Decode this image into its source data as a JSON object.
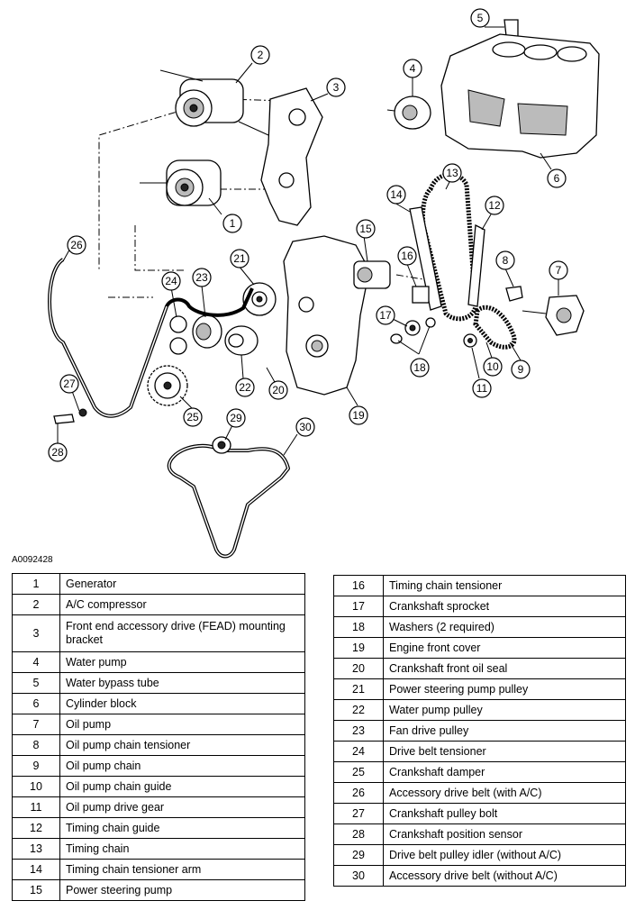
{
  "artwork_code": "A0092428",
  "callouts": [
    "1",
    "2",
    "3",
    "4",
    "5",
    "6",
    "7",
    "8",
    "9",
    "10",
    "11",
    "12",
    "13",
    "14",
    "15",
    "16",
    "17",
    "18",
    "19",
    "20",
    "21",
    "22",
    "23",
    "24",
    "25",
    "26",
    "27",
    "28",
    "29",
    "30"
  ],
  "legend": [
    {
      "num": "1",
      "label": "Generator"
    },
    {
      "num": "2",
      "label": "A/C compressor"
    },
    {
      "num": "3",
      "label": "Front end accessory drive (FEAD) mounting bracket"
    },
    {
      "num": "4",
      "label": "Water pump"
    },
    {
      "num": "5",
      "label": "Water bypass tube"
    },
    {
      "num": "6",
      "label": "Cylinder block"
    },
    {
      "num": "7",
      "label": "Oil pump"
    },
    {
      "num": "8",
      "label": "Oil pump chain tensioner"
    },
    {
      "num": "9",
      "label": "Oil pump chain"
    },
    {
      "num": "10",
      "label": "Oil pump chain guide"
    },
    {
      "num": "11",
      "label": "Oil pump drive gear"
    },
    {
      "num": "12",
      "label": "Timing chain guide"
    },
    {
      "num": "13",
      "label": "Timing chain"
    },
    {
      "num": "14",
      "label": "Timing chain tensioner arm"
    },
    {
      "num": "15",
      "label": "Power steering pump"
    },
    {
      "num": "16",
      "label": "Timing chain tensioner"
    },
    {
      "num": "17",
      "label": "Crankshaft sprocket"
    },
    {
      "num": "18",
      "label": "Washers (2 required)"
    },
    {
      "num": "19",
      "label": "Engine front cover"
    },
    {
      "num": "20",
      "label": "Crankshaft front oil seal"
    },
    {
      "num": "21",
      "label": "Power steering pump pulley"
    },
    {
      "num": "22",
      "label": "Water pump pulley"
    },
    {
      "num": "23",
      "label": "Fan drive pulley"
    },
    {
      "num": "24",
      "label": "Drive belt tensioner"
    },
    {
      "num": "25",
      "label": "Crankshaft damper"
    },
    {
      "num": "26",
      "label": "Accessory drive belt (with A/C)"
    },
    {
      "num": "27",
      "label": "Crankshaft pulley bolt"
    },
    {
      "num": "28",
      "label": "Crankshaft position sensor"
    },
    {
      "num": "29",
      "label": "Drive belt pulley idler (without A/C)"
    },
    {
      "num": "30",
      "label": "Accessory drive belt (without A/C)"
    }
  ]
}
